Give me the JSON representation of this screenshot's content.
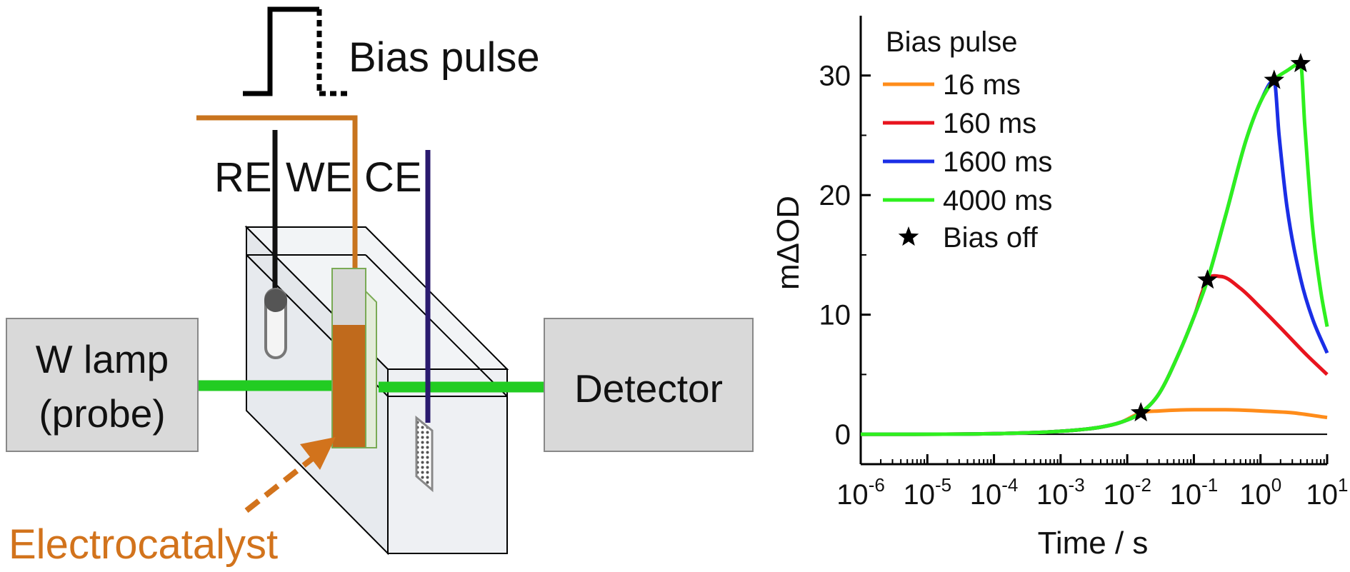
{
  "schematic": {
    "bias_pulse_label": "Bias pulse",
    "electrode_labels": {
      "re": "RE",
      "we": "WE",
      "ce": "CE"
    },
    "lamp_label_line1": "W lamp",
    "lamp_label_line2": "(probe)",
    "detector_label": "Detector",
    "electrocatalyst_label": "Electrocatalyst",
    "colors": {
      "beam": "#22cc22",
      "we_wire": "#c8741e",
      "electrocatalyst": "#c06a1c",
      "ce_wire": "#2a1a6e",
      "re_wire": "#111111",
      "box_fill": "#d9d9d9",
      "cell_fill": "#e9ecf0",
      "electrocatalyst_text": "#d2731c"
    }
  },
  "chart_data": {
    "type": "line",
    "xscale": "log",
    "xlim": [
      1e-06,
      10
    ],
    "ylim": [
      -2.5,
      35
    ],
    "xlabel": "Time / s",
    "ylabel": "mΔOD",
    "x_ticks": [
      {
        "base": "10",
        "exp": "-6",
        "value": 1e-06
      },
      {
        "base": "10",
        "exp": "-5",
        "value": 1e-05
      },
      {
        "base": "10",
        "exp": "-4",
        "value": 0.0001
      },
      {
        "base": "10",
        "exp": "-3",
        "value": 0.001
      },
      {
        "base": "10",
        "exp": "-2",
        "value": 0.01
      },
      {
        "base": "10",
        "exp": "-1",
        "value": 0.1
      },
      {
        "base": "10",
        "exp": "0",
        "value": 1
      },
      {
        "base": "10",
        "exp": "1",
        "value": 10
      }
    ],
    "y_ticks": [
      0,
      10,
      20,
      30
    ],
    "legend_title": "Bias pulse",
    "legend_position": "top-left",
    "series": [
      {
        "name": "16 ms",
        "color": "#ff8c1a",
        "x": [
          1e-06,
          0.0001,
          0.001,
          0.004,
          0.008,
          0.016,
          0.03,
          0.1,
          0.3,
          1,
          3,
          10
        ],
        "y": [
          0,
          0.05,
          0.25,
          0.6,
          1.0,
          1.8,
          1.95,
          2.05,
          2.05,
          1.95,
          1.8,
          1.4
        ]
      },
      {
        "name": "160 ms",
        "color": "#e8141e",
        "x": [
          1e-06,
          0.0001,
          0.001,
          0.004,
          0.008,
          0.016,
          0.03,
          0.06,
          0.1,
          0.16,
          0.25,
          0.5,
          1,
          2,
          5,
          10
        ],
        "y": [
          0,
          0.05,
          0.25,
          0.6,
          1.0,
          1.8,
          3.4,
          6.8,
          9.8,
          12.9,
          13.2,
          12.2,
          10.6,
          8.9,
          6.6,
          5.0
        ]
      },
      {
        "name": "1600 ms",
        "color": "#1a2ee6",
        "x": [
          1e-06,
          0.0001,
          0.001,
          0.004,
          0.008,
          0.016,
          0.03,
          0.06,
          0.1,
          0.16,
          0.3,
          0.6,
          1,
          1.6,
          1.9,
          2.5,
          4,
          6,
          10
        ],
        "y": [
          0,
          0.05,
          0.25,
          0.6,
          1.0,
          1.8,
          3.4,
          6.8,
          9.8,
          12.9,
          18.3,
          24.5,
          27.8,
          29.6,
          25,
          19,
          13,
          9.7,
          6.8
        ]
      },
      {
        "name": "4000 ms",
        "color": "#2ef01e",
        "x": [
          1e-06,
          0.0001,
          0.001,
          0.004,
          0.008,
          0.016,
          0.03,
          0.06,
          0.1,
          0.16,
          0.3,
          0.6,
          1,
          1.6,
          2.5,
          4,
          4.6,
          6,
          8,
          10
        ],
        "y": [
          0,
          0.05,
          0.25,
          0.6,
          1.0,
          1.8,
          3.4,
          6.8,
          9.8,
          12.9,
          18.3,
          24.5,
          27.8,
          29.6,
          30.4,
          31.0,
          26,
          17.5,
          12,
          9.0
        ]
      }
    ],
    "markers": {
      "name": "Bias off",
      "symbol": "star",
      "x": [
        0.016,
        0.16,
        1.6,
        4
      ],
      "y": [
        1.8,
        12.9,
        29.6,
        31.0
      ]
    }
  }
}
